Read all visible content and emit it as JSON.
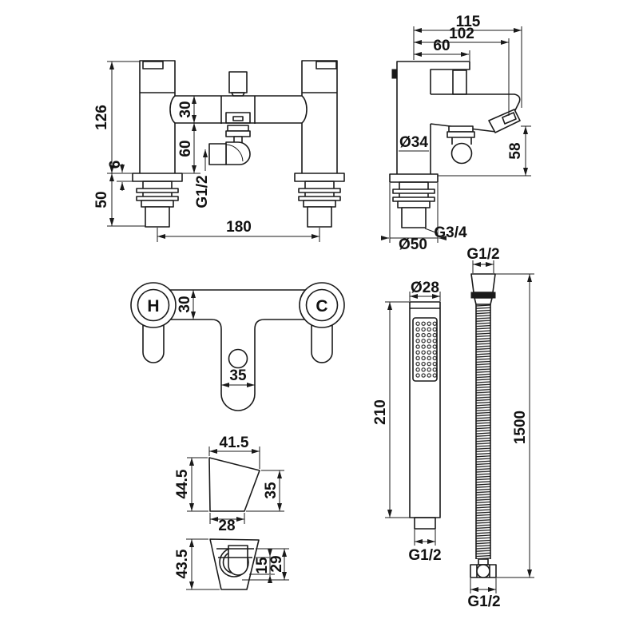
{
  "page": {
    "description": "Technical dimension drawing of a deck-mounted bath shower mixer tap with handset, hose and wall bracket",
    "background": "#ffffff",
    "line_color": "#1a1a1a"
  },
  "front_view": {
    "overall_height": "126",
    "body_height": "30",
    "outlet_drop": "60",
    "deck_gap": "6",
    "below_deck": "50",
    "tap_centres": "180",
    "shower_outlet_thread": "G1/2"
  },
  "side_view": {
    "overall_depth": "115",
    "spout_reach": "102",
    "handle_reach": "60",
    "body_diameter": "Ø34",
    "spout_height": "58",
    "inlet_thread": "G3/4",
    "flange_diameter": "Ø50"
  },
  "top_view": {
    "hot": "H",
    "cold": "C",
    "body_width": "30",
    "spout_width": "35"
  },
  "handset": {
    "head_diameter": "Ø28",
    "length": "210",
    "thread": "G1/2"
  },
  "hose": {
    "top_thread": "G1/2",
    "length": "1500",
    "bottom_thread": "G1/2"
  },
  "bracket_side_view": {
    "top_width": "41.5",
    "back_height": "44.5",
    "front_height": "35",
    "base_width": "28"
  },
  "bracket_front_view": {
    "height": "43.5",
    "slot_height": "15",
    "cup_height": "29"
  }
}
